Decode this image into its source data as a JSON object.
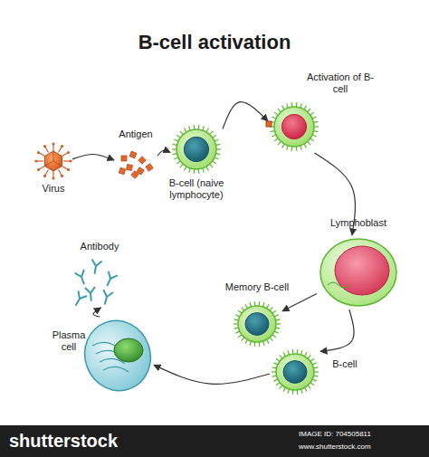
{
  "diagram": {
    "title": "B-cell activation",
    "nodes": [
      {
        "text": [
          "Virus"
        ]
      },
      {
        "text": [
          "Antigen"
        ]
      },
      {
        "text": [
          "B-cell (naive lymphocyte)"
        ]
      },
      {
        "text": [
          "Activation of B-cell"
        ]
      },
      {
        "text": [
          "Lymphoblast"
        ]
      },
      {
        "text": [
          "Memory B-cell"
        ]
      },
      {
        "text": [
          "B-cell"
        ]
      },
      {
        "text": [
          "Plasma cell"
        ]
      },
      {
        "text": [
          "Antibody"
        ]
      }
    ],
    "edges": [
      {
        "from": 0,
        "to": 1,
        "arrow": "to"
      },
      {
        "from": 1,
        "to": 2,
        "arrow": "to"
      },
      {
        "from": 2,
        "to": 3,
        "arrow": "to"
      },
      {
        "from": 3,
        "to": 4,
        "arrow": "to"
      },
      {
        "from": 4,
        "to": 5,
        "arrow": "to"
      },
      {
        "from": 4,
        "to": 6,
        "arrow": "to"
      },
      {
        "from": 6,
        "to": 7,
        "arrow": "to"
      },
      {
        "from": 7,
        "to": 8,
        "arrow": "to"
      }
    ],
    "labels": [
      "shutterstock",
      "IMAGE ID: 704505811",
      "www.shutterstock.com"
    ]
  }
}
